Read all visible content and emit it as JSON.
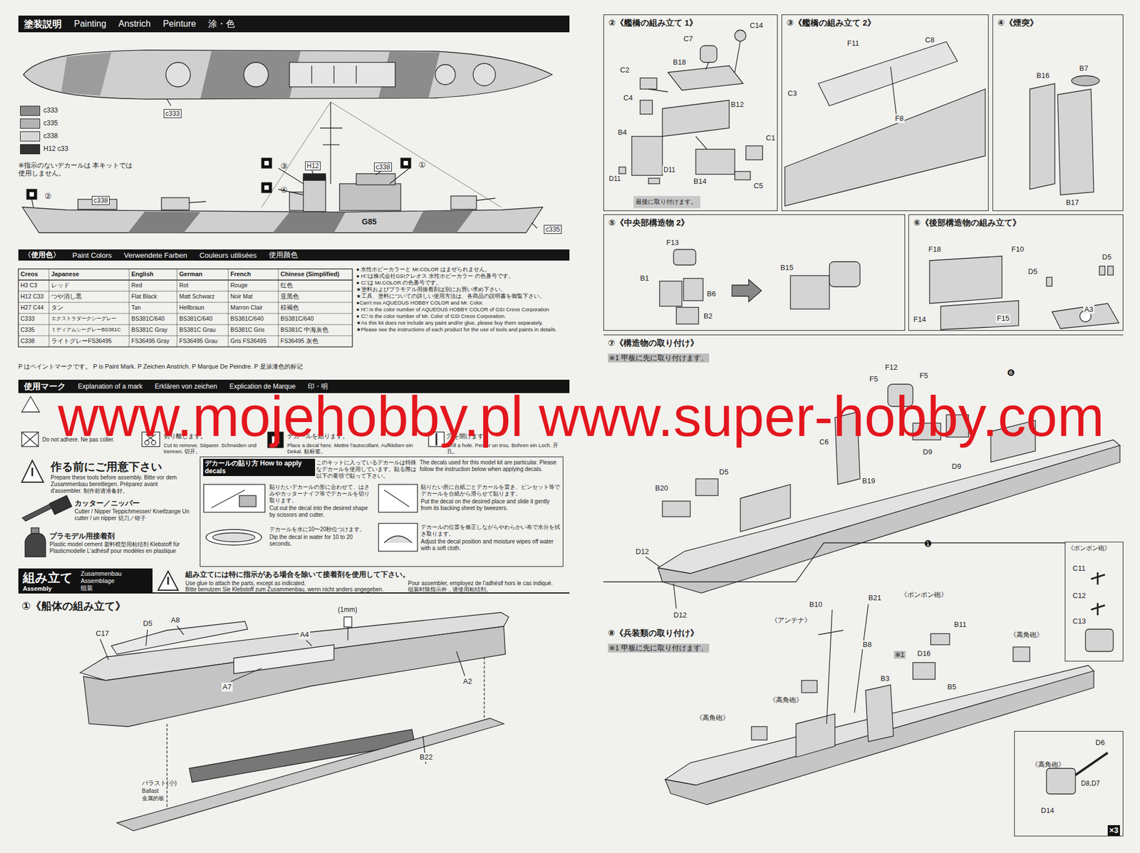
{
  "diagram": {
    "nodes": [
      {
        "text": [
          "塗装説明",
          "Painting",
          "Anstrich",
          "Peinture",
          "涂・色"
        ]
      },
      {
        "text": [
          "〈使用色〉",
          "Paint Colors",
          "Verwendete Farben",
          "Couleurs utilisées",
          "使用颜色"
        ]
      },
      {
        "text": [
          "使用マーク",
          "Explanation of a mark",
          "Erklären von zeichen",
          "Explication de Marque",
          "印・明"
        ]
      },
      {
        "text": [
          "デカールの貼り方 How to apply decals",
          "このキットに入っているデカールは特殊なデカールを使用しています。貼る際は以下の要領で貼って下さい。",
          "The decals used for this model kit are particular. Please follow the instruction below when applying decals.",
          "貼りたいデカールの形に合わせて、はさみやカッターナイフ等でデカールを切り取ります。",
          "Cut out the decal into the desired shape by scissors and cutter.",
          "デカールを水に10〜20秒位つけます。",
          "Dip the decal in water for 10 to 20 seconds.",
          "貼りたい所に台紙ごとデカールを置き、ピンセット等でデカールを台紙から滑らせて貼ります。",
          "Put the decal on the desired place and slide it gently from its backing sheet by tweezers.",
          "デカールの位置を修正しながらやわらかい布で水分を拭き取ります。",
          "Adjust the decal position and moisture wipes off water with a soft cloth."
        ]
      },
      {
        "text": [
          "組み立て",
          "Zusammenbau",
          "Assemblage",
          "Assembly",
          "组装",
          "組み立てには特に指示がある場合を除いて接着剤を使用して下さい。",
          "Use glue to attach the parts, except as indicated.",
          "Bitte benutzen Sie Klebstoff zum Zusammenbau, wenn nicht anders angegeben.",
          "Pour assembler, employez de l'adhésif hors le cas indiqué.",
          "组装时除指示外，请使用粘结剂。"
        ]
      },
      {
        "text": [
          "②《艦橋の組み立て 1》"
        ]
      },
      {
        "text": [
          "③《艦橋の組み立て 2》"
        ]
      },
      {
        "text": [
          "④《煙突》"
        ]
      },
      {
        "text": [
          "⑤《中央部構造物 2》"
        ]
      },
      {
        "text": [
          "⑥《後部構造物の組み立て》"
        ]
      },
      {
        "text": [
          "⑦《構造物の取り付け》",
          "※1 甲板に先に取り付けます。"
        ]
      },
      {
        "text": [
          "⑧《兵装類の取り付け》",
          "※1 甲板に先に取り付けます。"
        ]
      },
      {
        "text": [
          "《ポンポン砲》"
        ]
      },
      {
        "text": [
          "《高角砲》"
        ],
        "in": 11
      }
    ],
    "labels": [
      "c333",
      "※指示のないデカールは 本キットでは使用しません。",
      "③",
      "H12",
      "④",
      "c338",
      "①",
      "②",
      "c338",
      "G85",
      "c335",
      "Creos",
      "Japanese",
      "English",
      "German",
      "French",
      "Chinese (Simplified)",
      "H3 C3",
      "レッド",
      "Red",
      "Rot",
      "Rouge",
      "红色",
      "H12 C33",
      "つや消し黒",
      "Flat Black",
      "Matt Schwarz",
      "Noir Mat",
      "亚黑色",
      "H27 C44",
      "タン",
      "Tan",
      "Hellbraun",
      "Marron Clair",
      "棕褐色",
      "C333",
      "エクストラダークシーグレー",
      "BS381C/640",
      "BS381C/640",
      "BS381C/640",
      "BS381C/640",
      "C335",
      "ミディアムシーグレーBS381C",
      "BS381C Gray",
      "BS381C Grau",
      "BS381C Gris",
      "BS381C 中海灰色",
      "C338",
      "ライトグレーFS36495",
      "FS36495 Gray",
      "FS36495 Grau",
      "Gris FS36495",
      "FS36495 灰色",
      "P はペイントマークです。 P is Paint Mark. P Zeichen Anstrich. P Marque De Peindre. P 是涂漆色的标记",
      "● 水性ホビーカラーと Mr.COLOR はまぜられません。",
      "● H□は株式会社GSIクレオス 水性ホビーカラー の色番号です。",
      "● C□は Mr.COLOR の色番号です。",
      "★塗料およびプラモデル用接着剤は別にお買い求め下さい。",
      "★工具、塗料についての詳しい使用方法は、各商品の説明書を御覧下さい。",
      "●Can't mix AQUEOUS HOBBY COLOR and Mr. Color.",
      "● H□ is the color number of AQUEOUS HOBBY COLOR of GSI Creos Corporation",
      "● C□ is the color number of Mr. Color of GSI Creos Corporation.",
      "★As this kit does not include any paint and/or glue, please buy them separately.",
      "★Please see the instructions of each product for the use of tools and paints in details.",
      "Do not adhere. Ne pas coller.",
      "切り離します。",
      "Cut to remove. Séparer. Schneiden und trennen. 切开。",
      "デカールを貼ります。",
      "Place a decal here. Mettre l'autocollant. Aufkleben ein Dekal. 贴标签。",
      "穴を開けます。",
      "Drill a hole. Percer un trou. Bohren ein Loch. 开孔。",
      "作る前にご用意下さい",
      "Prepare these tools before assembly. Bitte vor dem Zusammenbau bereitlegen. Préparez avant d'assembler. 制作前请准备好。",
      "カッター／ニッパー",
      "Cutter / Nipper Teppichmesser/ Kneifzange Un cutter / un nipper 切刀／钳子",
      "プラモデル用接着剤",
      "Plastic model cement 塑料模型用粘结剂 Klebstoff für Plasticmodelle L'adhésif pour modèles en plastique",
      "www.mojehobby.pl www.super-hobby.com",
      "①《船体の組み立て》",
      "C17",
      "D5",
      "A8",
      "A4",
      "(1mm)",
      "A7",
      "A2",
      "B22",
      "バラスト(小)",
      "Ballast",
      "金属的板",
      "C14",
      "C7",
      "C2",
      "B18",
      "C4",
      "B12",
      "C1",
      "B4",
      "B14",
      "C5",
      "D11",
      "D11",
      "最後に取り付けます。",
      "F11",
      "C8",
      "C3",
      "F8",
      "B16",
      "B7",
      "B17",
      "F13",
      "B1",
      "B6",
      "B2",
      "B15",
      "F18",
      "F10",
      "D5",
      "D5",
      "F14",
      "F15",
      "A3",
      "F12",
      "F5",
      "F5",
      "C6",
      "D5",
      "B20",
      "B19",
      "D9",
      "D9",
      "D12",
      "D12",
      "❻",
      "❶",
      "C11",
      "C12",
      "C13",
      "B10",
      "B21",
      "《ポンポン砲》",
      "《アンテナ》",
      "B11",
      "※1",
      "D16",
      "B8",
      "B5",
      "B3",
      "《高角砲》",
      "《高角砲》",
      "《高角砲》",
      "D6",
      "D8,D7",
      "D14",
      "×3"
    ],
    "legend": [
      {
        "text": "c333",
        "color": "#8a8a8a"
      },
      {
        "text": "c335",
        "color": "#b3b3b3"
      },
      {
        "text": "c338",
        "color": "#d6d6d6"
      },
      {
        "text": "H12 c33",
        "color": "#333333"
      }
    ]
  }
}
